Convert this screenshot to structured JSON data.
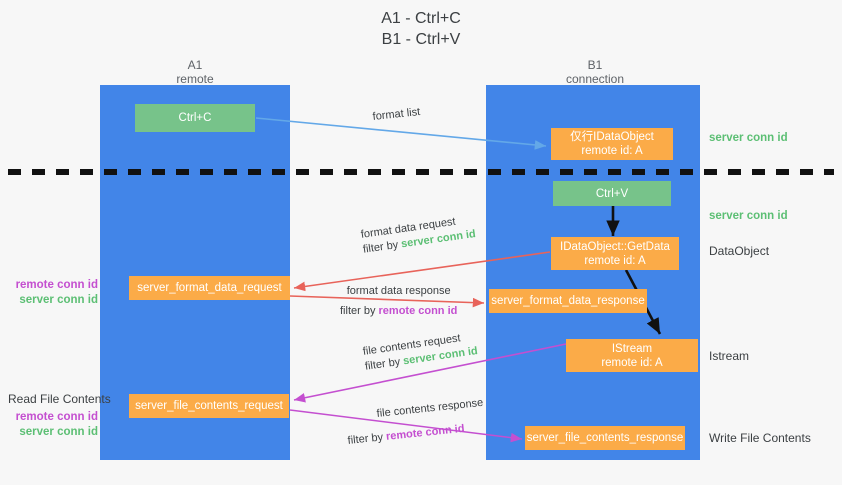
{
  "title": {
    "line1": "A1 - Ctrl+C",
    "line2": "B1 - Ctrl+V"
  },
  "colors": {
    "lane": "#4285e8",
    "green_box": "#77c38a",
    "orange_box": "#fbab48",
    "server_conn": "#5cbf74",
    "remote_conn": "#c44fd0",
    "red_arrow": "#e8635a",
    "magenta_arrow": "#c44fd0",
    "blue_arrow": "#63a8e8",
    "black_arrow": "#1a1a1a",
    "background": "#f7f7f7"
  },
  "columns": [
    {
      "name": "A1",
      "sub": "remote"
    },
    {
      "name": "B1",
      "sub": "connection"
    }
  ],
  "nodes": {
    "ctrl_c": {
      "label": "Ctrl+C"
    },
    "idataobject": {
      "line1": "仅行IDataObject",
      "line2": "remote id: A"
    },
    "ctrl_v": {
      "label": "Ctrl+V"
    },
    "getdata": {
      "line1": "IDataObject::GetData",
      "line2": "remote id: A"
    },
    "istream": {
      "line1": "IStream",
      "line2": "remote id: A"
    },
    "server_format_data_request": {
      "label": "server_format_data_request"
    },
    "server_format_data_response": {
      "label": "server_format_data_response"
    },
    "server_file_contents_request": {
      "label": "server_file_contents_request"
    },
    "server_file_contents_response": {
      "label": "server_file_contents_response"
    }
  },
  "edge_labels": {
    "format_list": "format list",
    "format_data_request": "format data request",
    "format_data_request_filter_prefix": "filter by ",
    "format_data_request_filter_value": "server conn id",
    "format_data_response": "format data response",
    "format_data_response_filter_prefix": "filter by ",
    "format_data_response_filter_value": "remote conn id",
    "file_contents_request": "file contents request",
    "file_contents_request_filter_prefix": "filter by ",
    "file_contents_request_filter_value": "server conn id",
    "file_contents_response": "file contents response",
    "file_contents_response_filter_prefix": "filter by ",
    "file_contents_response_filter_value": "remote conn id"
  },
  "right_labels": {
    "server_conn_id_top": "server conn id",
    "server_conn_id_mid": "server conn id",
    "dataobject": "DataObject",
    "istream": "Istream",
    "write_file_contents": "Write File Contents"
  },
  "left_labels": {
    "group1_remote": "remote conn id",
    "group1_server": "server conn id",
    "read_file_contents": "Read File Contents",
    "group2_remote": "remote conn id",
    "group2_server": "server conn id"
  }
}
